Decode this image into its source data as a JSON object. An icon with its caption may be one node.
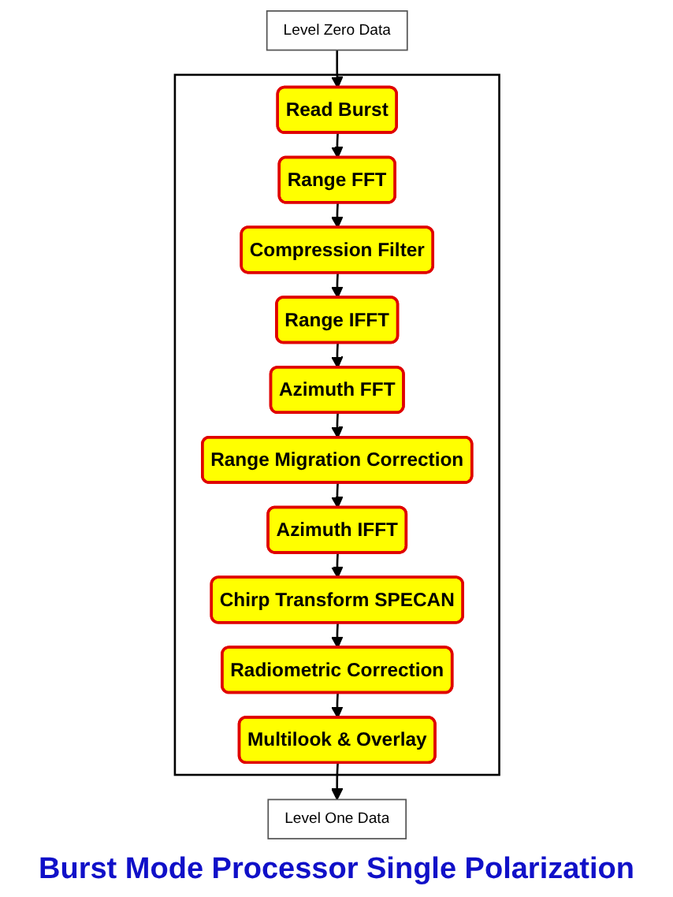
{
  "diagram": {
    "caption": "Burst Mode Processor Single Polarization",
    "nodes": [
      {
        "text": [
          "Level Zero Data"
        ]
      },
      {
        "text": [],
        "shape": "box"
      },
      {
        "text": [
          "Read Burst"
        ],
        "in": 1
      },
      {
        "text": [
          "Range FFT"
        ],
        "in": 1
      },
      {
        "text": [
          "Compression Filter"
        ],
        "in": 1
      },
      {
        "text": [
          "Range IFFT"
        ],
        "in": 1
      },
      {
        "text": [
          "Azimuth FFT"
        ],
        "in": 1
      },
      {
        "text": [
          "Range Migration Correction"
        ],
        "in": 1
      },
      {
        "text": [
          "Azimuth IFFT"
        ],
        "in": 1
      },
      {
        "text": [
          "Chirp Transform SPECAN"
        ],
        "in": 1
      },
      {
        "text": [
          "Radiometric Correction"
        ],
        "in": 1
      },
      {
        "text": [
          "Multilook & Overlay"
        ],
        "in": 1
      },
      {
        "text": [
          "Level One Data"
        ]
      }
    ],
    "edges": [
      {
        "from": 0,
        "to": 2,
        "arrow": "to"
      },
      {
        "from": 2,
        "to": 3,
        "arrow": "to"
      },
      {
        "from": 3,
        "to": 4,
        "arrow": "to"
      },
      {
        "from": 4,
        "to": 5,
        "arrow": "to"
      },
      {
        "from": 5,
        "to": 6,
        "arrow": "to"
      },
      {
        "from": 6,
        "to": 7,
        "arrow": "to"
      },
      {
        "from": 7,
        "to": 8,
        "arrow": "to"
      },
      {
        "from": 8,
        "to": 9,
        "arrow": "to"
      },
      {
        "from": 9,
        "to": 10,
        "arrow": "to"
      },
      {
        "from": 10,
        "to": 11,
        "arrow": "to"
      },
      {
        "from": 11,
        "to": 12,
        "arrow": "to"
      }
    ]
  }
}
